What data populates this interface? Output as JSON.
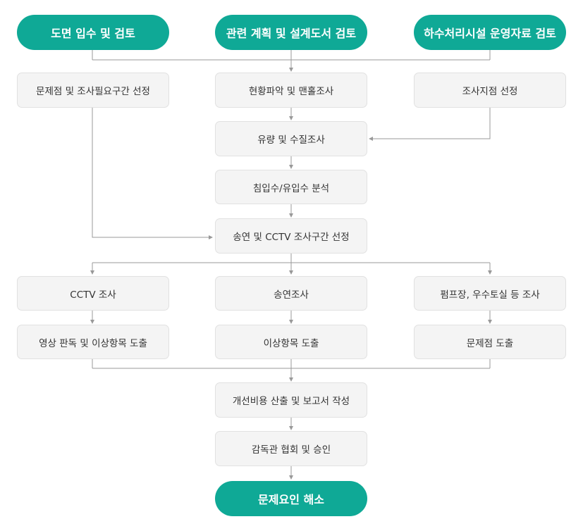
{
  "diagram": {
    "top": {
      "drawings_review": "도면 입수 및 검토",
      "plans_review": "관련 계획 및 설계도서 검토",
      "operation_data_review": "하수처리시설 운영자료 검토"
    },
    "left": {
      "problem_selection": "문제점 및 조사필요구간 선정"
    },
    "center": {
      "site_survey": "현황파악 및 맨홀조사",
      "flow_quality": "유량 및 수질조사",
      "infiltration": "침입수/유입수 분석",
      "smoke_cctv_selection": "송연 및 CCTV 조사구간 선정"
    },
    "right": {
      "site_selection": "조사지점 선정"
    },
    "investigations": {
      "cctv": "CCTV 조사",
      "smoke": "송연조사",
      "pump": "펌프장, 우수토실 등 조사"
    },
    "findings": {
      "video": "영상 판독 및 이상항목 도출",
      "anomaly": "이상항목 도출",
      "problem": "문제점 도출"
    },
    "final": {
      "report": "개선비용 산출 및 보고서 작성",
      "approval": "감독관 협회 및 승인",
      "resolution": "문제요인 해소"
    }
  },
  "colors": {
    "accent": "#0fa996",
    "box_fill": "#f4f4f4",
    "box_border": "#e1e1e1",
    "line": "#999999"
  }
}
